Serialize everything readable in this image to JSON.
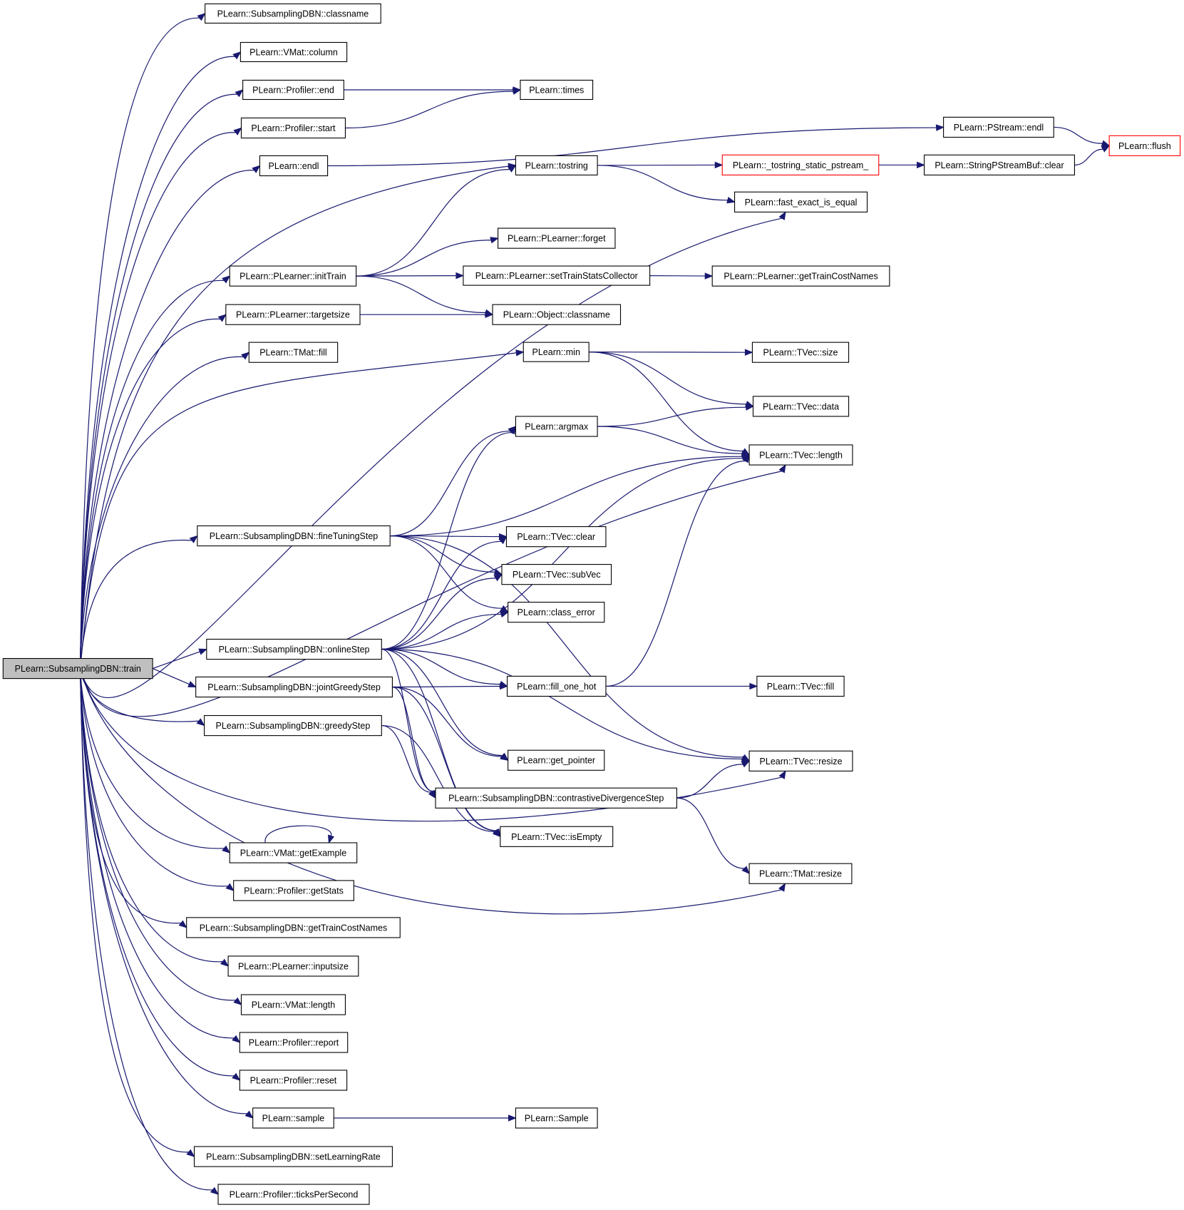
{
  "graph": {
    "edge_color": "#191970",
    "root_fill": "#bfbfbf",
    "truncated_border": "#ff0000",
    "nodes": {
      "train": "PLearn::SubsamplingDBN::train",
      "classname_sdbn": "PLearn::SubsamplingDBN::classname",
      "vmat_column": "PLearn::VMat::column",
      "profiler_end": "PLearn::Profiler::end",
      "profiler_start": "PLearn::Profiler::start",
      "endl": "PLearn::endl",
      "initTrain": "PLearn::PLearner::initTrain",
      "targetsize": "PLearn::PLearner::targetsize",
      "tmat_fill": "PLearn::TMat::fill",
      "fineTuningStep": "PLearn::SubsamplingDBN::fineTuningStep",
      "onlineStep": "PLearn::SubsamplingDBN::onlineStep",
      "jointGreedyStep": "PLearn::SubsamplingDBN::jointGreedyStep",
      "greedyStep": "PLearn::SubsamplingDBN::greedyStep",
      "getExample": "PLearn::VMat::getExample",
      "getStats": "PLearn::Profiler::getStats",
      "getTrainCostNames_sdbn": "PLearn::SubsamplingDBN::getTrainCostNames",
      "inputsize": "PLearn::PLearner::inputsize",
      "vmat_length": "PLearn::VMat::length",
      "report": "PLearn::Profiler::report",
      "reset": "PLearn::Profiler::reset",
      "sample": "PLearn::sample",
      "setLearningRate": "PLearn::SubsamplingDBN::setLearningRate",
      "ticksPerSecond": "PLearn::Profiler::ticksPerSecond",
      "times": "PLearn::times",
      "tostring": "PLearn::tostring",
      "forget": "PLearn::PLearner::forget",
      "setTrainStatsCollector": "PLearn::PLearner::setTrainStatsCollector",
      "object_classname": "PLearn::Object::classname",
      "min": "PLearn::min",
      "argmax": "PLearn::argmax",
      "tvec_clear": "PLearn::TVec::clear",
      "subVec": "PLearn::TVec::subVec",
      "class_error": "PLearn::class_error",
      "fill_one_hot": "PLearn::fill_one_hot",
      "get_pointer": "PLearn::get_pointer",
      "cdStep": "PLearn::SubsamplingDBN::contrastiveDivergenceStep",
      "isEmpty": "PLearn::TVec::isEmpty",
      "Sample": "PLearn::Sample",
      "tostring_static": "PLearn::_tostring_static_pstream_",
      "fast_exact": "PLearn::fast_exact_is_equal",
      "getTrainCostNames_pl": "PLearn::PLearner::getTrainCostNames",
      "tvec_size": "PLearn::TVec::size",
      "tvec_data": "PLearn::TVec::data",
      "tvec_length": "PLearn::TVec::length",
      "tvec_fill": "PLearn::TVec::fill",
      "tvec_resize": "PLearn::TVec::resize",
      "tmat_resize": "PLearn::TMat::resize",
      "pstream_endl": "PLearn::PStream::endl",
      "spsb_clear": "PLearn::StringPStreamBuf::clear",
      "flush": "PLearn::flush"
    },
    "edges": [
      [
        "train",
        "classname_sdbn"
      ],
      [
        "train",
        "vmat_column"
      ],
      [
        "train",
        "profiler_end"
      ],
      [
        "train",
        "profiler_start"
      ],
      [
        "train",
        "endl"
      ],
      [
        "train",
        "tostring"
      ],
      [
        "train",
        "fast_exact"
      ],
      [
        "train",
        "initTrain"
      ],
      [
        "train",
        "targetsize"
      ],
      [
        "train",
        "tmat_fill"
      ],
      [
        "train",
        "min"
      ],
      [
        "train",
        "tvec_length"
      ],
      [
        "train",
        "fineTuningStep"
      ],
      [
        "train",
        "onlineStep"
      ],
      [
        "train",
        "jointGreedyStep"
      ],
      [
        "train",
        "greedyStep"
      ],
      [
        "train",
        "tvec_resize"
      ],
      [
        "train",
        "getExample"
      ],
      [
        "train",
        "getStats"
      ],
      [
        "train",
        "getTrainCostNames_sdbn"
      ],
      [
        "train",
        "inputsize"
      ],
      [
        "train",
        "vmat_length"
      ],
      [
        "train",
        "report"
      ],
      [
        "train",
        "reset"
      ],
      [
        "train",
        "sample"
      ],
      [
        "train",
        "setLearningRate"
      ],
      [
        "train",
        "ticksPerSecond"
      ],
      [
        "train",
        "tmat_resize"
      ],
      [
        "profiler_end",
        "times"
      ],
      [
        "profiler_start",
        "times"
      ],
      [
        "endl",
        "pstream_endl"
      ],
      [
        "pstream_endl",
        "flush"
      ],
      [
        "tostring",
        "tostring_static"
      ],
      [
        "tostring",
        "fast_exact"
      ],
      [
        "tostring_static",
        "spsb_clear"
      ],
      [
        "spsb_clear",
        "flush"
      ],
      [
        "initTrain",
        "tostring"
      ],
      [
        "initTrain",
        "forget"
      ],
      [
        "initTrain",
        "setTrainStatsCollector"
      ],
      [
        "initTrain",
        "object_classname"
      ],
      [
        "setTrainStatsCollector",
        "getTrainCostNames_pl"
      ],
      [
        "targetsize",
        "object_classname"
      ],
      [
        "min",
        "tvec_size"
      ],
      [
        "min",
        "tvec_data"
      ],
      [
        "min",
        "tvec_length"
      ],
      [
        "argmax",
        "tvec_data"
      ],
      [
        "argmax",
        "tvec_length"
      ],
      [
        "fineTuningStep",
        "argmax"
      ],
      [
        "fineTuningStep",
        "tvec_length"
      ],
      [
        "fineTuningStep",
        "tvec_resize"
      ],
      [
        "fineTuningStep",
        "tvec_clear"
      ],
      [
        "fineTuningStep",
        "subVec"
      ],
      [
        "fineTuningStep",
        "class_error"
      ],
      [
        "onlineStep",
        "argmax"
      ],
      [
        "onlineStep",
        "tvec_clear"
      ],
      [
        "onlineStep",
        "subVec"
      ],
      [
        "onlineStep",
        "class_error"
      ],
      [
        "onlineStep",
        "tvec_length"
      ],
      [
        "onlineStep",
        "fill_one_hot"
      ],
      [
        "onlineStep",
        "tvec_resize"
      ],
      [
        "onlineStep",
        "get_pointer"
      ],
      [
        "onlineStep",
        "cdStep"
      ],
      [
        "onlineStep",
        "isEmpty"
      ],
      [
        "jointGreedyStep",
        "fill_one_hot"
      ],
      [
        "jointGreedyStep",
        "get_pointer"
      ],
      [
        "jointGreedyStep",
        "cdStep"
      ],
      [
        "jointGreedyStep",
        "isEmpty"
      ],
      [
        "greedyStep",
        "cdStep"
      ],
      [
        "greedyStep",
        "isEmpty"
      ],
      [
        "fill_one_hot",
        "tvec_fill"
      ],
      [
        "fill_one_hot",
        "tvec_length"
      ],
      [
        "cdStep",
        "tvec_resize"
      ],
      [
        "cdStep",
        "tmat_resize"
      ],
      [
        "getExample",
        "getExample"
      ],
      [
        "sample",
        "Sample"
      ]
    ]
  }
}
